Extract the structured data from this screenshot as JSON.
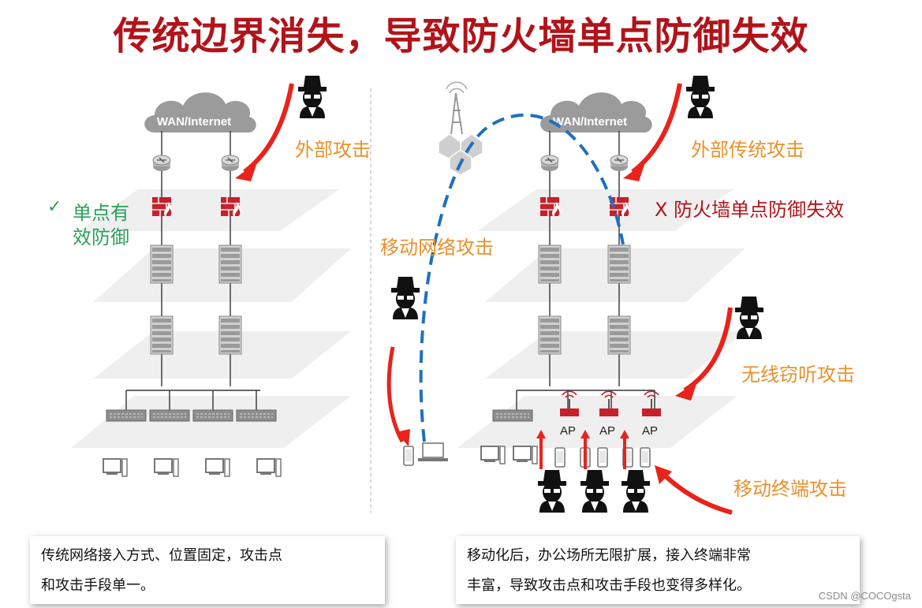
{
  "title": "传统边界消失，导致防火墙单点防御失效",
  "left": {
    "cloud_label": "WAN/Internet",
    "attack_label": "外部攻击",
    "check_mark": "✓",
    "defense_label_line1": "单点有",
    "defense_label_line2": "效防御",
    "caption_line1": "传统网络接入方式、位置固定，攻击点",
    "caption_line2": "和攻击手段单一。"
  },
  "right": {
    "cloud_label": "WAN/Internet",
    "attack_label": "外部传统攻击",
    "fail_label": "X 防火墙单点防御失效",
    "mobile_network_label": "移动网络攻击",
    "wireless_label": "无线窃听攻击",
    "terminal_label": "移动终端攻击",
    "ap_labels": [
      "AP",
      "AP",
      "AP"
    ],
    "caption_line1": "移动化后，办公场所无限扩展，接入终端非常",
    "caption_line2": "丰富，导致攻击点和攻击手段也变得多样化。"
  },
  "watermark": "CSDN @COCOgsta",
  "colors": {
    "title": "#b0141a",
    "attack_text": "#e8912a",
    "good_text": "#2aa05a",
    "arrow": "#e8231b",
    "link": "#1f6fbf",
    "firewall": "#c8202a"
  }
}
